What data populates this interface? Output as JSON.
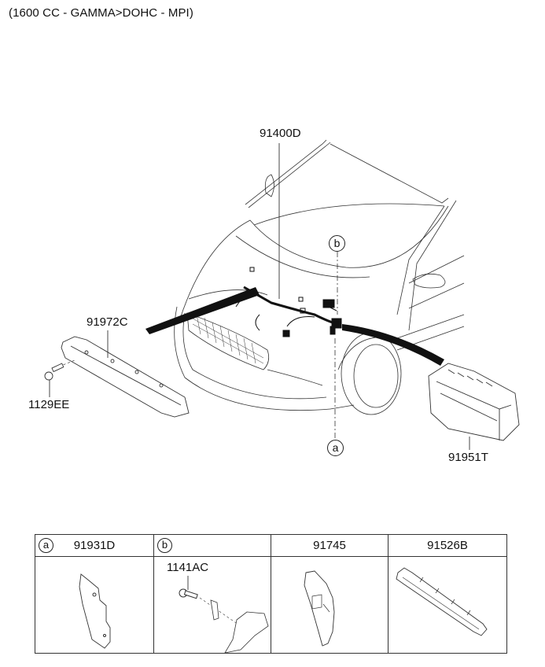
{
  "title": "(1600 CC - GAMMA>DOHC - MPI)",
  "parts": {
    "main_harness": "91400D",
    "protector": "91972C",
    "bolt": "1129EE",
    "junction_box": "91951T"
  },
  "callouts": {
    "a": "a",
    "b": "b"
  },
  "table": {
    "columns": [
      {
        "callout": "a",
        "part_no": "91931D"
      },
      {
        "callout": "b",
        "part_no": "",
        "inner_label": "1141AC"
      },
      {
        "callout": "",
        "part_no": "91745"
      },
      {
        "callout": "",
        "part_no": "91526B"
      }
    ]
  }
}
